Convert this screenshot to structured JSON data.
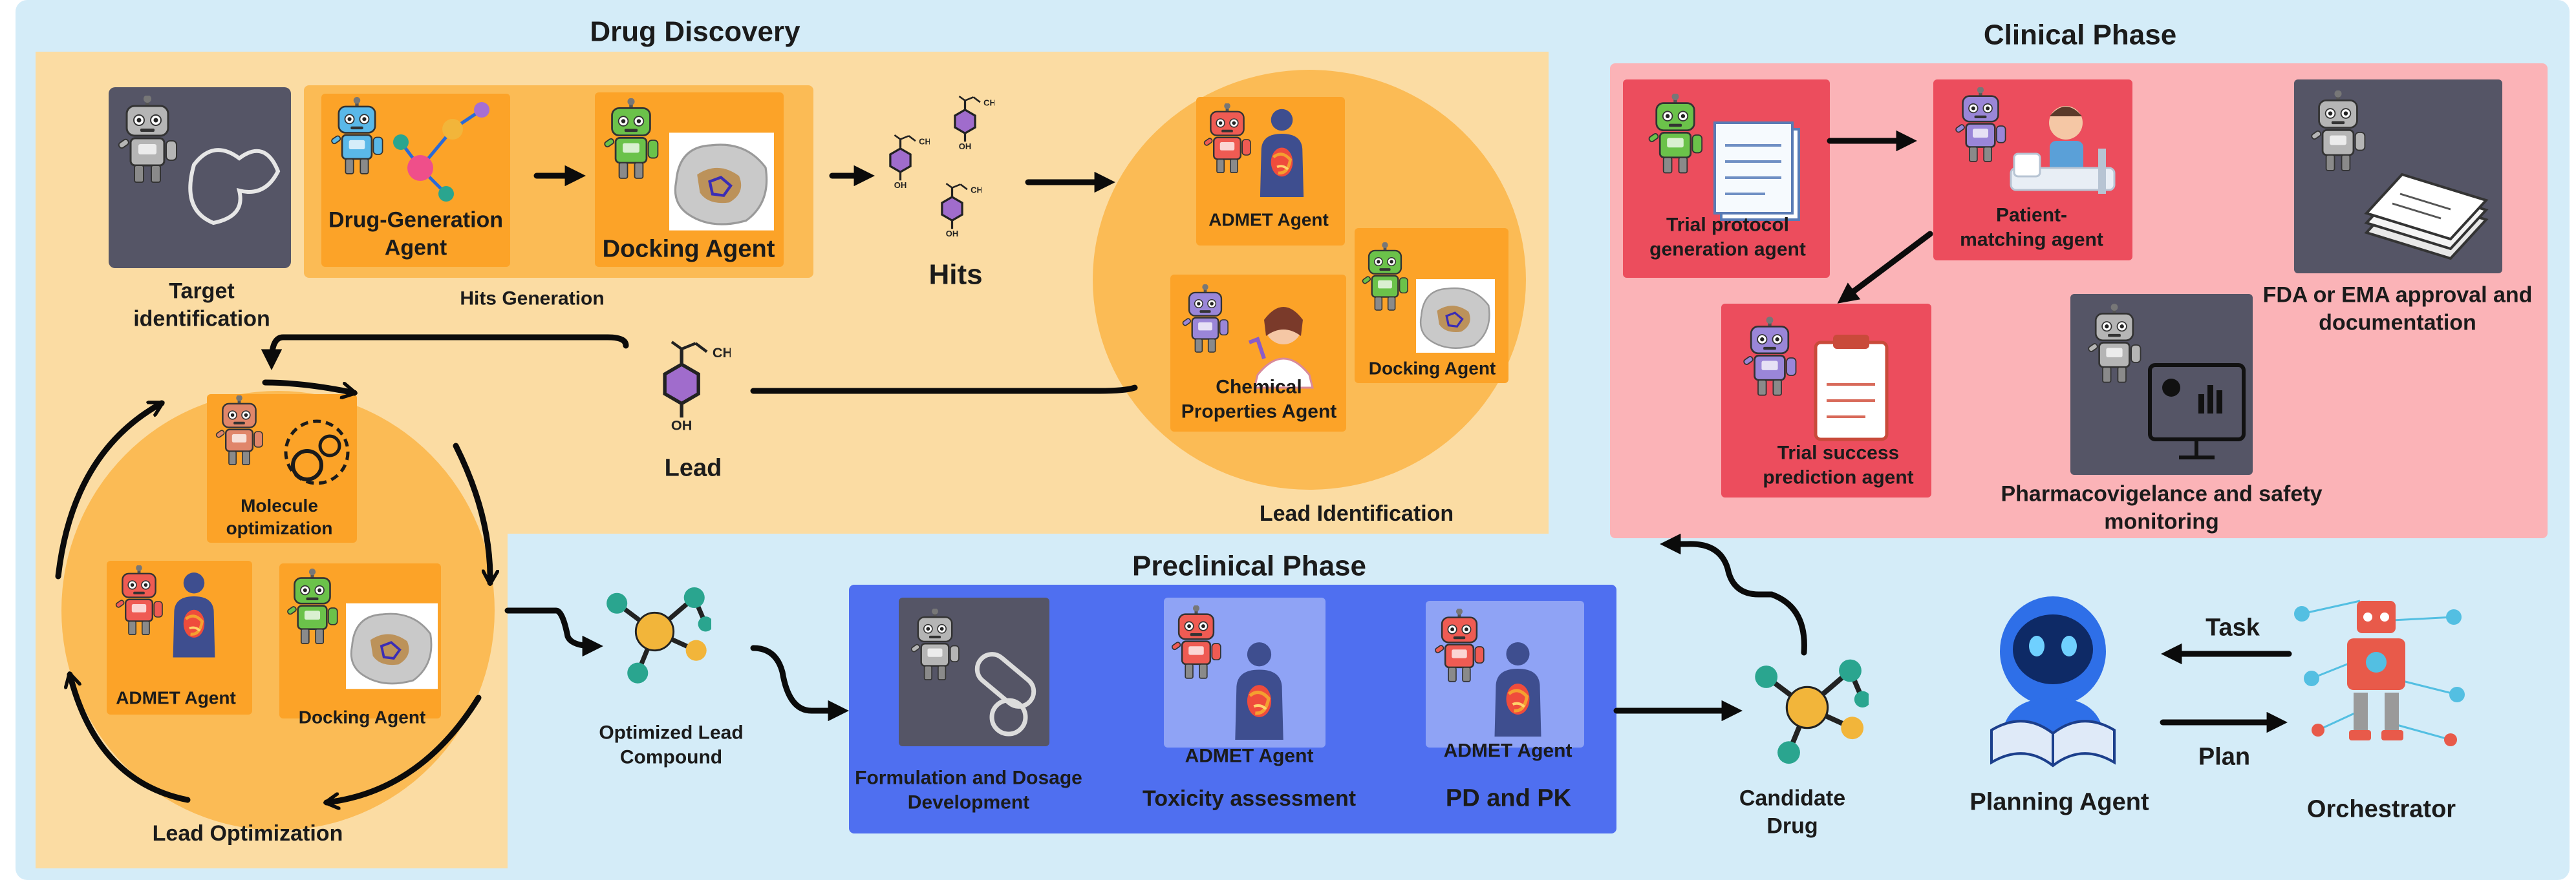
{
  "sections": {
    "drug_discovery": "Drug Discovery",
    "clinical_phase": "Clinical Phase",
    "preclinical_phase": "Preclinical Phase"
  },
  "discovery": {
    "target_identification": "Target identification",
    "drug_generation_agent": "Drug-Generation Agent",
    "docking_agent": "Docking Agent",
    "hits_generation": "Hits Generation",
    "hits": "Hits",
    "lead": "Lead"
  },
  "lead_identification": {
    "title": "Lead Identification",
    "admet_agent": "ADMET Agent",
    "chemical_properties_agent": "Chemical Properties Agent",
    "docking_agent": "Docking Agent"
  },
  "lead_optimization": {
    "title": "Lead Optimization",
    "molecule_optimization": "Molecule optimization",
    "admet_agent": "ADMET Agent",
    "docking_agent": "Docking Agent"
  },
  "preclinical": {
    "optimized_lead_compound": "Optimized Lead Compound",
    "formulation": "Formulation and Dosage Development",
    "admet_agent_1": "ADMET Agent",
    "toxicity_assessment": "Toxicity assessment",
    "admet_agent_2": "ADMET Agent",
    "pd_pk": "PD and PK",
    "candidate_drug": "Candidate Drug"
  },
  "clinical": {
    "trial_protocol": "Trial protocol generation agent",
    "patient_matching": "Patient-matching agent",
    "fda_ema": "FDA or EMA approval and documentation",
    "trial_success": "Trial success prediction agent",
    "pharmacovigilance": "Pharmacovigelance and safety monitoring"
  },
  "orchestration": {
    "planning_agent": "Planning Agent",
    "orchestrator": "Orchestrator",
    "task": "Task",
    "plan": "Plan"
  },
  "colors": {
    "background": "#d4ecf8",
    "discovery_panel": "#fbdca3",
    "lead_circle": "#fbbb55",
    "agent_box": "#fca328",
    "dark_box": "#555566",
    "clinical_panel": "#fbb3b7",
    "clinical_box": "#ec4d5d",
    "preclinical_panel": "#4f6ff0",
    "preclinical_tile": "#8fa3f5"
  }
}
